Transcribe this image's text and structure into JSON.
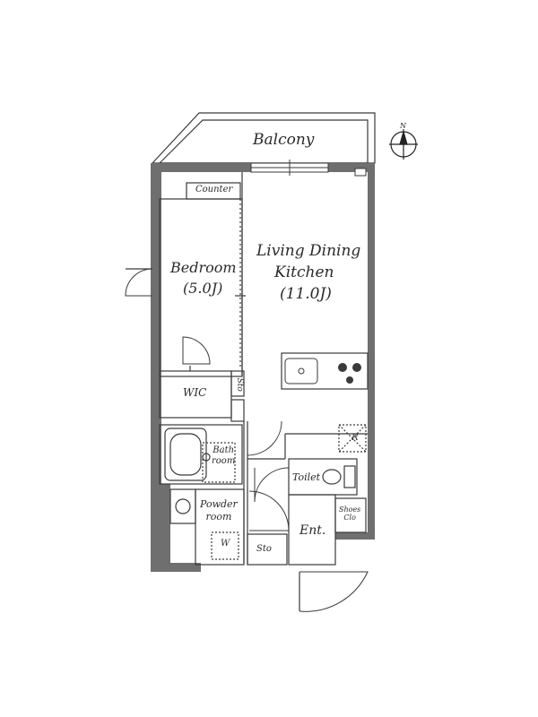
{
  "plan": {
    "rooms": {
      "balcony": "Balcony",
      "counter": "Counter",
      "bedroom": "Bedroom",
      "bedroom_size": "(5.0J)",
      "ldk_line1": "Living Dining",
      "ldk_line2": "Kitchen",
      "ldk_size": "(11.0J)",
      "wic": "WIC",
      "sto_vertical": "Sto",
      "bath_line1": "Bath",
      "bath_line2": "room",
      "powder_line1": "Powder",
      "powder_line2": "room",
      "washer": "W",
      "sto": "Sto",
      "toilet": "Toilet",
      "shoes_line1": "Shoes",
      "shoes_line2": "Clo",
      "entrance": "Ent.",
      "fridge": "R"
    },
    "compass": "N",
    "colors": {
      "wall": "#6f6f6f",
      "line": "#3a3a3a",
      "paper": "#ffffff"
    }
  }
}
